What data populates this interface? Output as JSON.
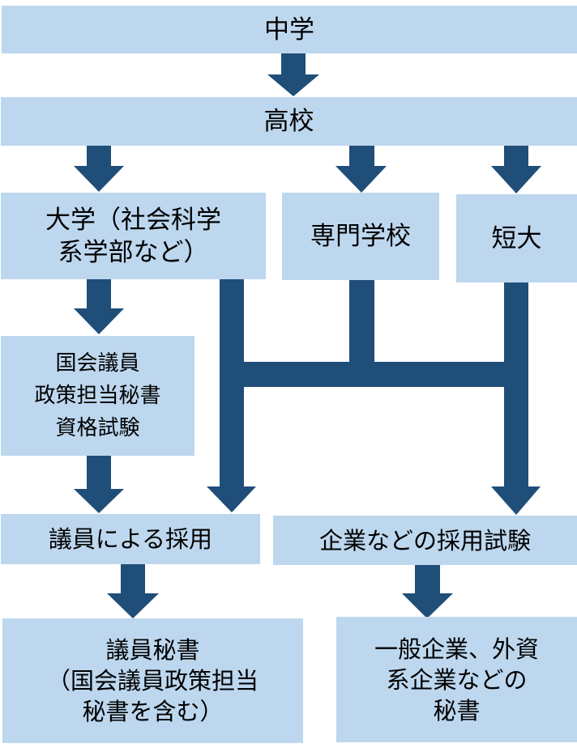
{
  "diagram": {
    "title": "",
    "colors": {
      "box_fill": "#bdd7ee",
      "arrow_fill": "#1f4e79",
      "text": "#000000"
    },
    "nodes": {
      "junior_high": {
        "label": "中学"
      },
      "high_school": {
        "label": "高校"
      },
      "university": {
        "label": "大学（社会科学\n系学部など）"
      },
      "vocational_school": {
        "label": "専門学校"
      },
      "junior_college": {
        "label": "短大"
      },
      "policy_secretary_exam": {
        "label": "国会議員\n政策担当秘書\n資格試験"
      },
      "hired_by_legislator": {
        "label": "議員による採用"
      },
      "corporate_hiring_exam": {
        "label": "企業などの採用試験"
      },
      "legislator_secretary": {
        "label": "議員秘書\n（国会議員政策担当\n秘書を含む）"
      },
      "corporate_secretary": {
        "label": "一般企業、外資\n系企業などの\n秘書"
      }
    },
    "edges": [
      {
        "from": "junior_high",
        "to": "high_school"
      },
      {
        "from": "high_school",
        "to": "university"
      },
      {
        "from": "high_school",
        "to": "vocational_school"
      },
      {
        "from": "high_school",
        "to": "junior_college"
      },
      {
        "from": "university",
        "to": "policy_secretary_exam"
      },
      {
        "from": "policy_secretary_exam",
        "to": "hired_by_legislator"
      },
      {
        "from": "university",
        "to": "hired_by_legislator"
      },
      {
        "from": "university",
        "to": "corporate_hiring_exam"
      },
      {
        "from": "vocational_school",
        "to": "corporate_hiring_exam"
      },
      {
        "from": "junior_college",
        "to": "corporate_hiring_exam"
      },
      {
        "from": "hired_by_legislator",
        "to": "legislator_secretary"
      },
      {
        "from": "corporate_hiring_exam",
        "to": "corporate_secretary"
      }
    ]
  }
}
